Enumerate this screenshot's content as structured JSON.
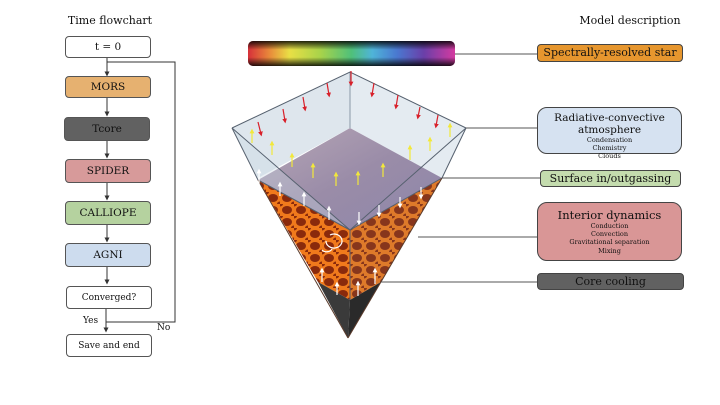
{
  "flowchart": {
    "heading": "Time flowchart",
    "steps": [
      {
        "label": "t = 0",
        "color": "#ffffff"
      },
      {
        "label": "MORS",
        "color": "#e6b170"
      },
      {
        "label": "Tcore",
        "color": "#616161"
      },
      {
        "label": "SPIDER",
        "color": "#d79a9a"
      },
      {
        "label": "CALLIOPE",
        "color": "#b5d29f"
      },
      {
        "label": "AGNI",
        "color": "#cddcee"
      },
      {
        "label": "Converged?",
        "color": "#ffffff"
      },
      {
        "label": "Save and end",
        "color": "#ffffff"
      }
    ],
    "yes_label": "Yes",
    "no_label": "No"
  },
  "model": {
    "heading": "Model description",
    "components": [
      {
        "title": "Spectrally-resolved star",
        "details": [],
        "color": "#e6962e"
      },
      {
        "title": "Radiative-convective atmosphere",
        "details": [
          "Condensation",
          "Chemistry",
          "Clouds"
        ],
        "color": "#d6e2f1"
      },
      {
        "title": "Surface in/outgassing",
        "details": [],
        "color": "#c4dcae"
      },
      {
        "title": "Interior dynamics",
        "details": [
          "Conduction",
          "Convection",
          "Gravitational separation",
          "Mixing"
        ],
        "color": "#d99696"
      },
      {
        "title": "Core cooling",
        "details": [],
        "color": "#616161"
      }
    ]
  }
}
